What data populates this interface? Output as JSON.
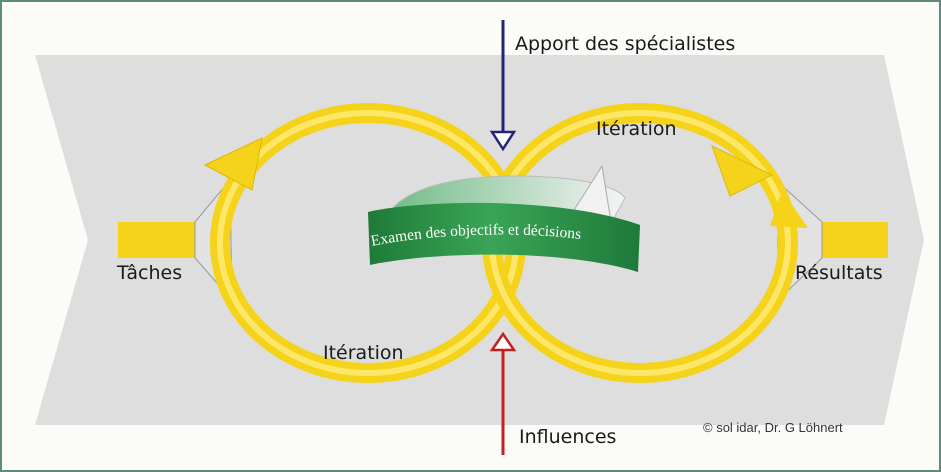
{
  "labels": {
    "top_input": "Apport des spécialistes",
    "iteration_top": "Itération",
    "iteration_bottom": "Itération",
    "left": "Tâches",
    "right": "Résultats",
    "center_band": "Examen des objectifs et décisions",
    "bottom_input": "Influences",
    "credit": "© sol idar, Dr. G Löhnert"
  },
  "colors": {
    "background_arrow": "#dcdcdc",
    "loop": "#f5d31a",
    "loop_light": "#fff08a",
    "band": "#2e8f45",
    "top_arrow": "#23237a",
    "bottom_arrow": "#c42020",
    "frame": "#5f8a80"
  }
}
